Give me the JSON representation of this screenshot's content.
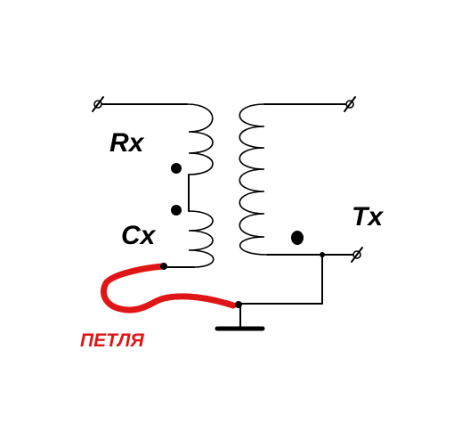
{
  "labels": {
    "rx": "Rx",
    "cx": "Cx",
    "tx": "Tx",
    "loop": "ПЕТЛЯ"
  },
  "colors": {
    "wire": "#000000",
    "loop": "#e01515",
    "background": "#ffffff"
  },
  "icons": {
    "terminal": "terminal-icon",
    "ground": "ground-icon",
    "polarity_dot": "polarity-dot-icon"
  }
}
